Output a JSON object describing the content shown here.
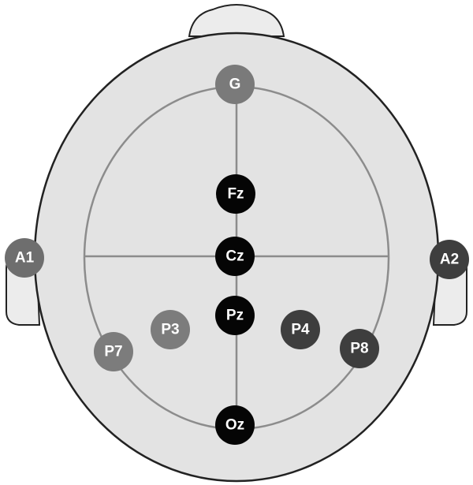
{
  "diagram": {
    "electrodes": [
      {
        "id": "G",
        "label": "G",
        "color": "#7a7a7a"
      },
      {
        "id": "Fz",
        "label": "Fz",
        "color": "#050505"
      },
      {
        "id": "Cz",
        "label": "Cz",
        "color": "#050505"
      },
      {
        "id": "Pz",
        "label": "Pz",
        "color": "#050505"
      },
      {
        "id": "Oz",
        "label": "Oz",
        "color": "#050505"
      },
      {
        "id": "A1",
        "label": "A1",
        "color": "#6e6e6e"
      },
      {
        "id": "A2",
        "label": "A2",
        "color": "#3e3e3e"
      },
      {
        "id": "P3",
        "label": "P3",
        "color": "#7c7c7c"
      },
      {
        "id": "P4",
        "label": "P4",
        "color": "#3e3e3e"
      },
      {
        "id": "P7",
        "label": "P7",
        "color": "#7c7c7c"
      },
      {
        "id": "P8",
        "label": "P8",
        "color": "#3e3e3e"
      }
    ],
    "colors": {
      "head_fill": "#e3e3e3",
      "outline": "#222222",
      "inner_line": "#8c8c8c",
      "label_text": "#ffffff"
    }
  }
}
